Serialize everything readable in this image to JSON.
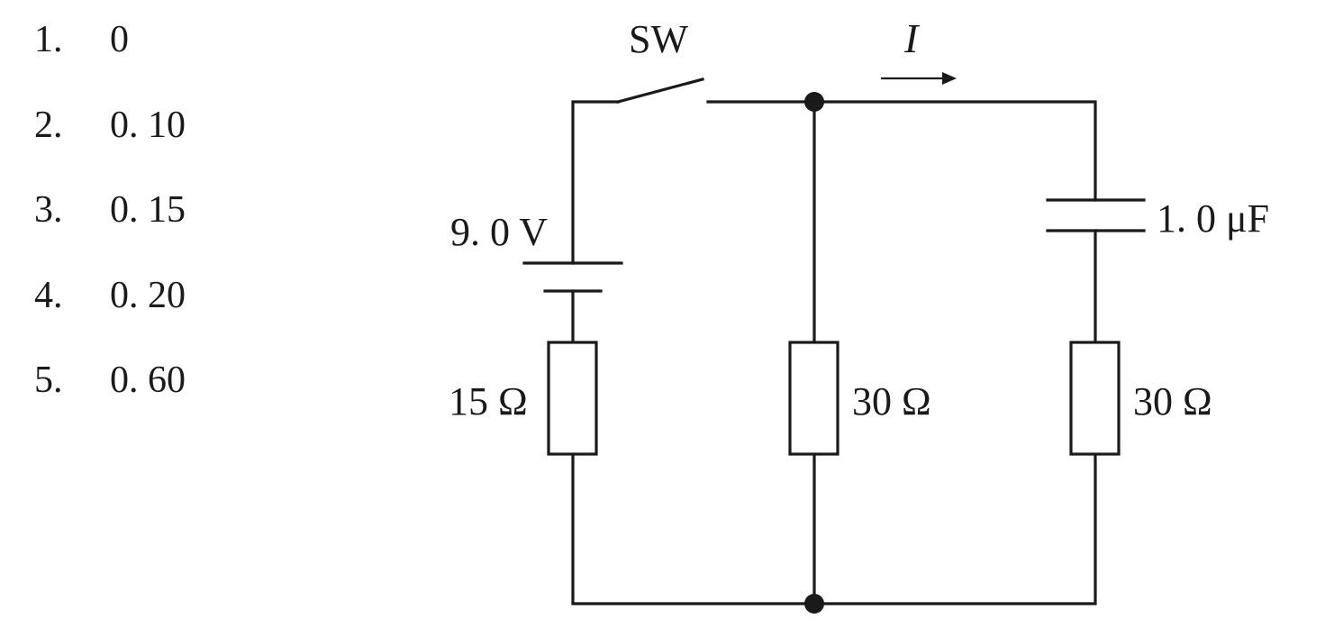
{
  "choices": [
    {
      "number": "1.",
      "value": "0"
    },
    {
      "number": "2.",
      "value": "0. 10"
    },
    {
      "number": "3.",
      "value": "0. 15"
    },
    {
      "number": "4.",
      "value": "0. 20"
    },
    {
      "number": "5.",
      "value": "0. 60"
    }
  ],
  "circuit": {
    "switch_label": "SW",
    "current_label": "I",
    "battery_label": "9. 0 V",
    "capacitor_label": "1. 0 μF",
    "resistor_left_label": "15 Ω",
    "resistor_middle_label": "30 Ω",
    "resistor_right_label": "30 Ω"
  }
}
